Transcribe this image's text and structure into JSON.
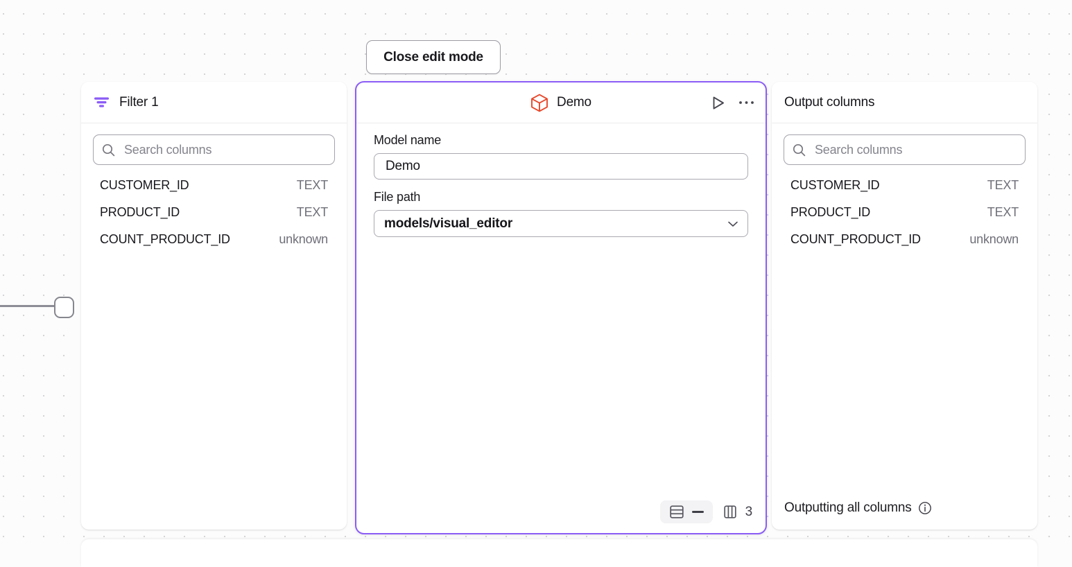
{
  "toolbar": {
    "close_edit_mode_label": "Close edit mode"
  },
  "filter_panel": {
    "title": "Filter 1",
    "icon": "filter-icon",
    "search": {
      "placeholder": "Search columns",
      "value": "",
      "icon": "search-icon"
    },
    "columns": [
      {
        "name": "CUSTOMER_ID",
        "type": "TEXT"
      },
      {
        "name": "PRODUCT_ID",
        "type": "TEXT"
      },
      {
        "name": "COUNT_PRODUCT_ID",
        "type": "unknown"
      }
    ]
  },
  "model_panel": {
    "title": "Demo",
    "icon": "cube-icon",
    "selected": true,
    "accent_color": "#8b5cf6",
    "icon_color": "#e8472a",
    "actions": [
      {
        "name": "run-button",
        "icon": "play-icon"
      },
      {
        "name": "more-options-button",
        "icon": "ellipsis-icon"
      }
    ],
    "fields": [
      {
        "label": "Model name",
        "value": "Demo",
        "type": "text"
      },
      {
        "label": "File path",
        "value": "models/visual_editor",
        "type": "select"
      }
    ],
    "footer": {
      "row_icon": "rows-icon",
      "row_count": "—",
      "column_icon": "columns-icon",
      "column_count": "3"
    }
  },
  "output_panel": {
    "title": "Output columns",
    "search": {
      "placeholder": "Search columns",
      "value": "",
      "icon": "search-icon"
    },
    "columns": [
      {
        "name": "CUSTOMER_ID",
        "type": "TEXT"
      },
      {
        "name": "PRODUCT_ID",
        "type": "TEXT"
      },
      {
        "name": "COUNT_PRODUCT_ID",
        "type": "unknown"
      }
    ],
    "footer_text": "Outputting all columns",
    "footer_icon": "info-icon"
  }
}
